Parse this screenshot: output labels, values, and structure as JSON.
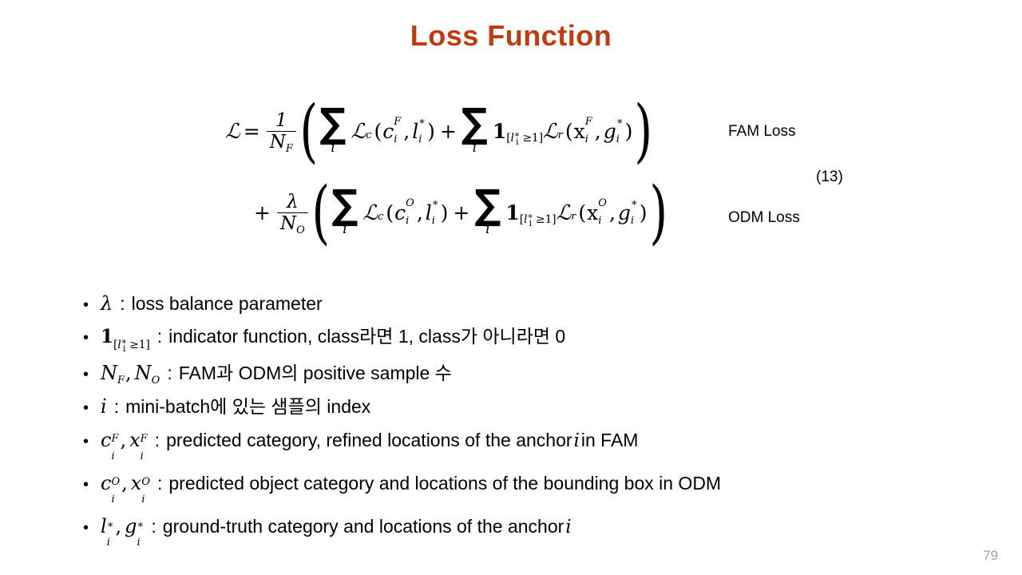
{
  "slide": {
    "title": "Loss Function",
    "title_color": "#C23B0E",
    "page_number": "79",
    "page_number_color": "#A0A0A0",
    "background": "#FFFFFF"
  },
  "equation": {
    "number": "(13)",
    "plain_text": "L = (1/N_F)( sum_i L_c(c_i^F, l_i^*) + sum_i 1_[l_i^*>=1] L_r(x_i^F, g_i^*) ) + (lambda/N_O)( sum_i L_c(c_i^O, l_i^*) + sum_i 1_[l_i^*>=1] L_r(x_i^O, g_i^*) )",
    "line1": {
      "lhs": "ℒ",
      "equals": "=",
      "frac_num": "1",
      "frac_den_base": "N",
      "frac_den_sub": "F",
      "open_paren": "(",
      "sigma": "∑",
      "sigma_sub": "i",
      "loss_c": "ℒ",
      "loss_c_sub": "c",
      "term1_open": "(",
      "term1_a_base": "c",
      "term1_a_sup": "F",
      "term1_a_sub": "i",
      "term1_comma": ",",
      "term1_b_base": "l",
      "term1_b_sup": "∗",
      "term1_b_sub": "i",
      "term1_close": ")",
      "plus": "+",
      "indicator": "1",
      "indicator_open": "[",
      "indicator_l": "l",
      "indicator_l_sup": "∗",
      "indicator_l_sub": "i",
      "indicator_rel": "≥1",
      "indicator_close": "]",
      "loss_r": "ℒ",
      "loss_r_sub": "r",
      "term2_open": "(",
      "term2_a_base": "x",
      "term2_a_sup": "F",
      "term2_a_sub": "i",
      "term2_comma": ",",
      "term2_b_base": "g",
      "term2_b_sup": "∗",
      "term2_b_sub": "i",
      "term2_close": ")",
      "close_paren": ")"
    },
    "line2": {
      "leading_plus": "+",
      "frac_num": "λ",
      "frac_den_base": "N",
      "frac_den_sub": "O",
      "open_paren": "(",
      "sigma": "∑",
      "sigma_sub": "i",
      "loss_c": "ℒ",
      "loss_c_sub": "c",
      "term1_open": "(",
      "term1_a_base": "c",
      "term1_a_sup": "O",
      "term1_a_sub": "i",
      "term1_comma": ",",
      "term1_b_base": "l",
      "term1_b_sup": "∗",
      "term1_b_sub": "i",
      "term1_close": ")",
      "plus": "+",
      "indicator": "1",
      "indicator_open": "[",
      "indicator_l": "l",
      "indicator_l_sup": "∗",
      "indicator_l_sub": "i",
      "indicator_rel": "≥1",
      "indicator_close": "]",
      "loss_r": "ℒ",
      "loss_r_sub": "r",
      "term2_open": "(",
      "term2_a_base": "x",
      "term2_a_sup": "O",
      "term2_a_sub": "i",
      "term2_comma": ",",
      "term2_b_base": "g",
      "term2_b_sup": "∗",
      "term2_b_sub": "i",
      "term2_close": ")",
      "close_paren": ")"
    },
    "annotations": {
      "fam": "FAM Loss",
      "odm": "ODM Loss"
    }
  },
  "bullets": [
    {
      "marker": "•",
      "symbol_plain": "λ",
      "separator": ":",
      "text": "loss balance parameter"
    },
    {
      "marker": "•",
      "symbol_plain": "1_[l_i^*≥1]",
      "separator": ":",
      "text": "indicator function, class라면 1, class가 아니라면 0",
      "ind_base": "1",
      "ind_open": "[",
      "ind_l": "l",
      "ind_sup": "∗",
      "ind_sub": "i",
      "ind_rel": "≥1",
      "ind_close": "]"
    },
    {
      "marker": "•",
      "symbol_plain": "N_F, N_O",
      "separator": ":",
      "text": "FAM과 ODM의 positive sample 수",
      "a_base": "N",
      "a_sub": "F",
      "comma": ",",
      "b_base": "N",
      "b_sub": "O"
    },
    {
      "marker": "•",
      "symbol_plain": "i",
      "separator": ":",
      "text": "mini-batch에 있는 샘플의 index"
    },
    {
      "marker": "•",
      "symbol_plain": "c_i^F, x_i^F",
      "separator": ":",
      "text_before": "predicted category, refined locations of the anchor",
      "text_italic": "i",
      "text_after": "in FAM",
      "a_base": "c",
      "a_sup": "F",
      "a_sub": "i",
      "comma": ",",
      "b_base": "x",
      "b_sup": "F",
      "b_sub": "i"
    },
    {
      "marker": "•",
      "symbol_plain": "c_i^O, x_i^O",
      "separator": ":",
      "text": "predicted object category and locations of the bounding box in ODM",
      "a_base": "c",
      "a_sup": "O",
      "a_sub": "i",
      "comma": ",",
      "b_base": "x",
      "b_sup": "O",
      "b_sub": "i"
    },
    {
      "marker": "•",
      "symbol_plain": "l_i^*, g_i^*",
      "separator": ":",
      "text_before": "ground-truth category and locations of the anchor",
      "text_italic": "i",
      "text_after": "",
      "a_base": "l",
      "a_sup": "∗",
      "a_sub": "i",
      "comma": ",",
      "b_base": "g",
      "b_sup": "∗",
      "b_sub": "i"
    }
  ]
}
